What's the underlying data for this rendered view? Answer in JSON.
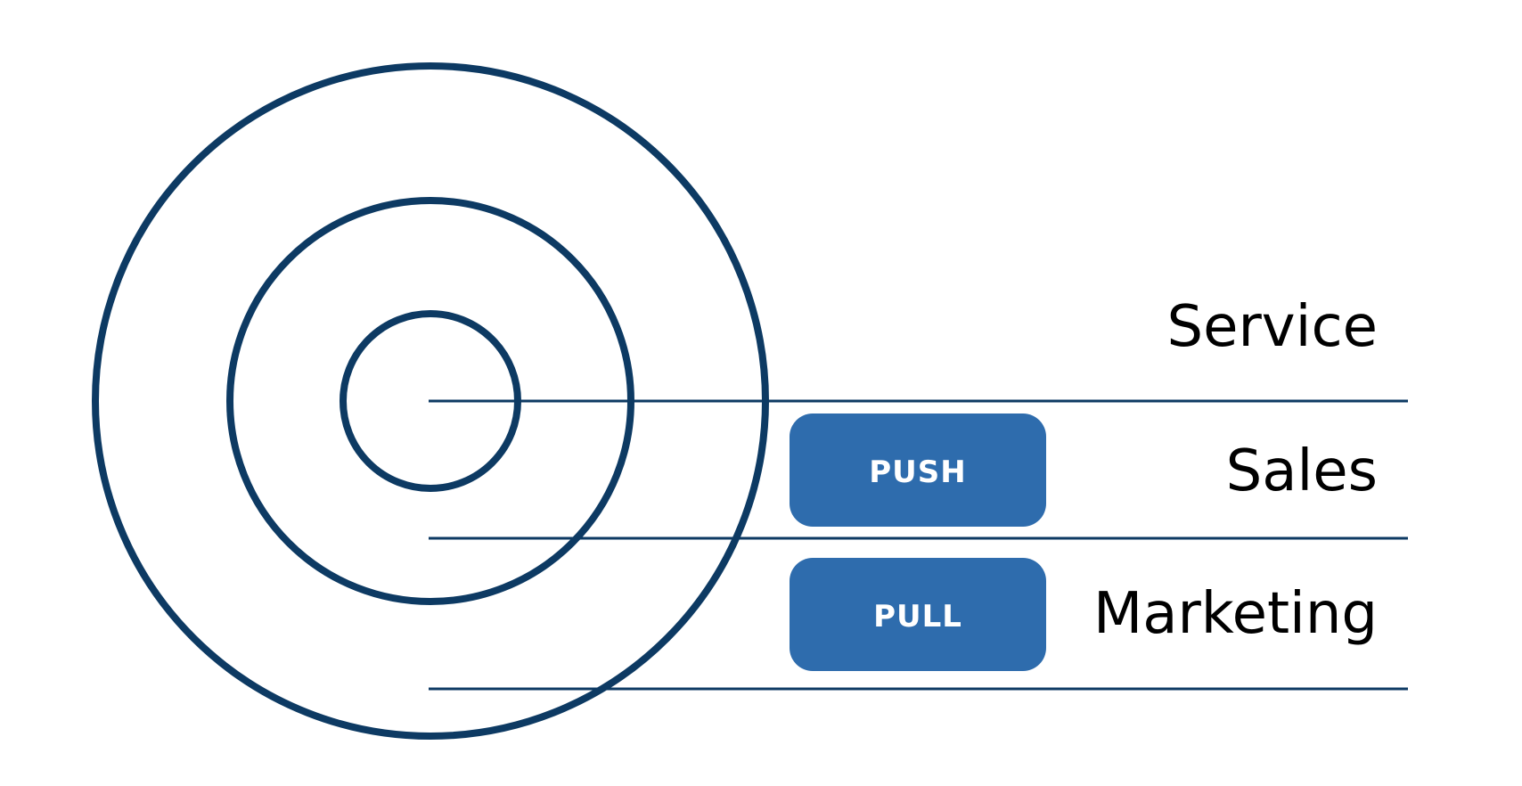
{
  "diagram": {
    "labels": {
      "service": "Service",
      "sales": "Sales",
      "marketing": "Marketing"
    },
    "pills": {
      "push": "PUSH",
      "pull": "PULL"
    },
    "colors": {
      "ring": "#0d3a63",
      "line": "#0d3a63",
      "pill_fill": "#2e6cad",
      "pill_text": "#ffffff",
      "label_text": "#000000"
    }
  }
}
